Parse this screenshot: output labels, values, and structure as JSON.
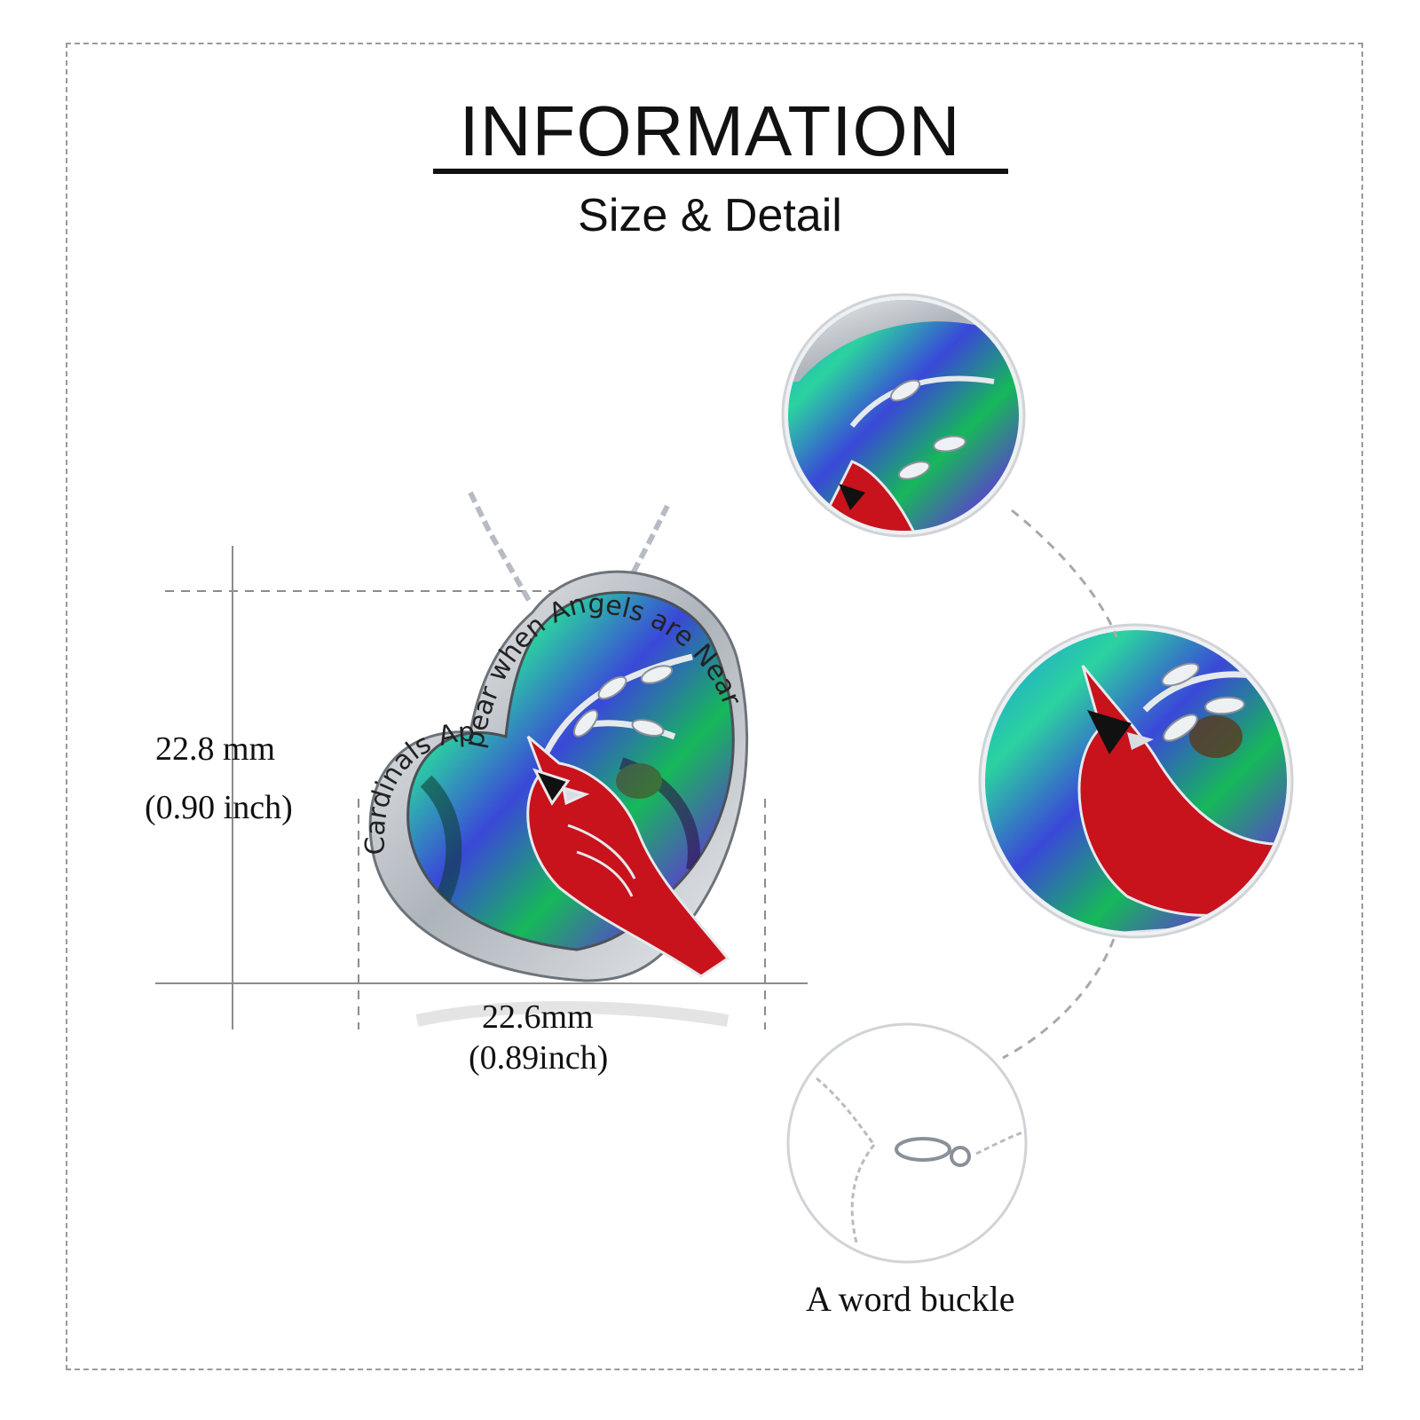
{
  "header": {
    "title": "INFORMATION",
    "subtitle": "Size & Detail"
  },
  "dimensions": {
    "height_mm": "22.8 mm",
    "height_inch": "(0.90 inch)",
    "width_mm": "22.6mm",
    "width_inch": "(0.89inch)"
  },
  "pendant": {
    "engraving": "Cardinals Appear when Angels are Near"
  },
  "details": {
    "buckle_caption": "A word buckle"
  },
  "colors": {
    "cardinal_red": "#c8121c",
    "abalone_blue": "#2a5fd8",
    "abalone_green": "#1fbf6a",
    "silver": "#d9dde2"
  }
}
